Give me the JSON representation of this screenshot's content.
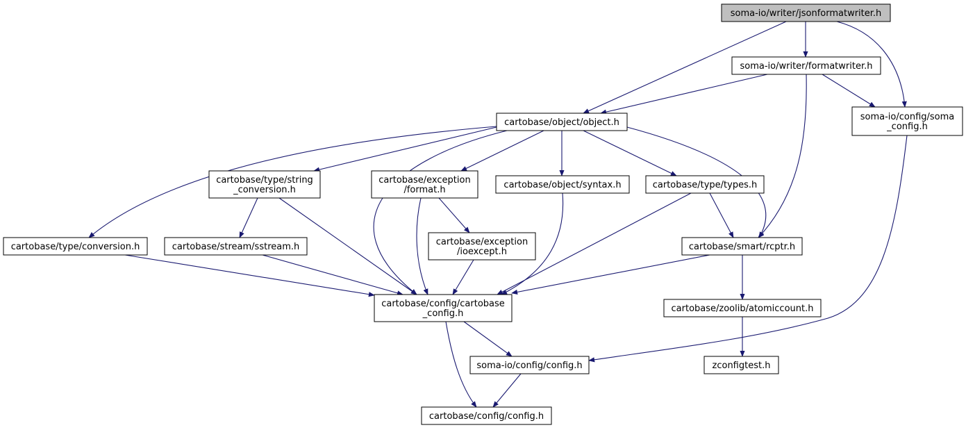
{
  "graph": {
    "edge_color": "#191970",
    "root_fill": "#bfbfbf",
    "nodes": [
      {
        "id": "jsonformatwriter",
        "lines": [
          "soma-io/writer/jsonformatwriter.h"
        ],
        "root": true
      },
      {
        "id": "formatwriter",
        "lines": [
          "soma-io/writer/formatwriter.h"
        ]
      },
      {
        "id": "soma_config",
        "lines": [
          "soma-io/config/soma",
          "_config.h"
        ]
      },
      {
        "id": "object",
        "lines": [
          "cartobase/object/object.h"
        ]
      },
      {
        "id": "string_conversion",
        "lines": [
          "cartobase/type/string",
          "_conversion.h"
        ]
      },
      {
        "id": "exception_format",
        "lines": [
          "cartobase/exception",
          "/format.h"
        ]
      },
      {
        "id": "syntax",
        "lines": [
          "cartobase/object/syntax.h"
        ]
      },
      {
        "id": "types",
        "lines": [
          "cartobase/type/types.h"
        ]
      },
      {
        "id": "conversion",
        "lines": [
          "cartobase/type/conversion.h"
        ]
      },
      {
        "id": "sstream",
        "lines": [
          "cartobase/stream/sstream.h"
        ]
      },
      {
        "id": "ioexcept",
        "lines": [
          "cartobase/exception",
          "/ioexcept.h"
        ]
      },
      {
        "id": "rcptr",
        "lines": [
          "cartobase/smart/rcptr.h"
        ]
      },
      {
        "id": "cartobase_config",
        "lines": [
          "cartobase/config/cartobase",
          "_config.h"
        ]
      },
      {
        "id": "atomiccount",
        "lines": [
          "cartobase/zoolib/atomiccount.h"
        ]
      },
      {
        "id": "somaio_config",
        "lines": [
          "soma-io/config/config.h"
        ]
      },
      {
        "id": "zconfigtest",
        "lines": [
          "zconfigtest.h"
        ]
      },
      {
        "id": "cartobase_configh",
        "lines": [
          "cartobase/config/config.h"
        ]
      }
    ],
    "edges": [
      {
        "from": "jsonformatwriter",
        "to": "formatwriter"
      },
      {
        "from": "jsonformatwriter",
        "to": "object"
      },
      {
        "from": "jsonformatwriter",
        "to": "soma_config"
      },
      {
        "from": "formatwriter",
        "to": "object"
      },
      {
        "from": "formatwriter",
        "to": "soma_config"
      },
      {
        "from": "formatwriter",
        "to": "rcptr"
      },
      {
        "from": "object",
        "to": "string_conversion"
      },
      {
        "from": "object",
        "to": "exception_format"
      },
      {
        "from": "object",
        "to": "syntax"
      },
      {
        "from": "object",
        "to": "types"
      },
      {
        "from": "object",
        "to": "conversion"
      },
      {
        "from": "object",
        "to": "cartobase_config"
      },
      {
        "from": "object",
        "to": "rcptr"
      },
      {
        "from": "soma_config",
        "to": "somaio_config"
      },
      {
        "from": "string_conversion",
        "to": "sstream"
      },
      {
        "from": "string_conversion",
        "to": "cartobase_config"
      },
      {
        "from": "exception_format",
        "to": "ioexcept"
      },
      {
        "from": "exception_format",
        "to": "cartobase_config"
      },
      {
        "from": "syntax",
        "to": "cartobase_config"
      },
      {
        "from": "types",
        "to": "rcptr"
      },
      {
        "from": "types",
        "to": "cartobase_config"
      },
      {
        "from": "conversion",
        "to": "cartobase_config"
      },
      {
        "from": "sstream",
        "to": "cartobase_config"
      },
      {
        "from": "ioexcept",
        "to": "cartobase_config"
      },
      {
        "from": "rcptr",
        "to": "cartobase_config"
      },
      {
        "from": "rcptr",
        "to": "atomiccount"
      },
      {
        "from": "atomiccount",
        "to": "zconfigtest"
      },
      {
        "from": "cartobase_config",
        "to": "somaio_config"
      },
      {
        "from": "cartobase_config",
        "to": "cartobase_configh"
      },
      {
        "from": "somaio_config",
        "to": "cartobase_configh"
      }
    ]
  }
}
